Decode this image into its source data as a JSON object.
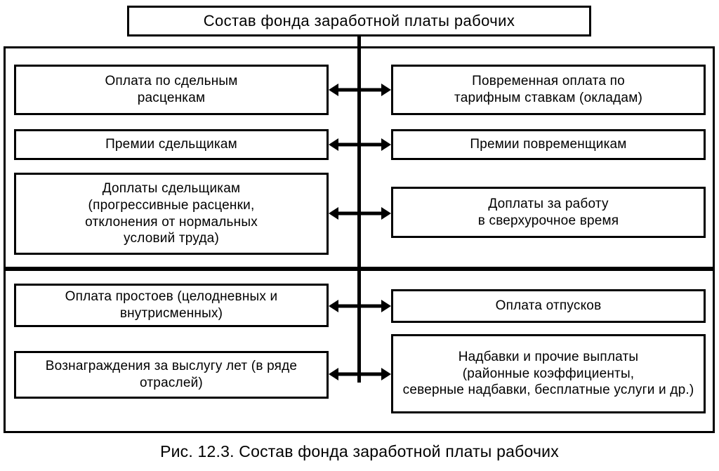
{
  "title": {
    "text": "Состав фонда заработной платы рабочих"
  },
  "caption": {
    "text": "Рис. 12.3. Состав фонда заработной платы рабочих"
  },
  "sections": [
    {
      "id": "variable-pay",
      "left_nodes": [
        {
          "id": "l1",
          "text": "Оплата по сдельным\nрасценкам"
        },
        {
          "id": "l2",
          "text": "Премии сдельщикам"
        },
        {
          "id": "l3",
          "text": "Доплаты сдельщикам\n(прогрессивные расценки,\nотклонения от нормальных\nусловий труда)"
        }
      ],
      "right_nodes": [
        {
          "id": "r1",
          "text": "Повременная оплата по\nтарифным ставкам (окладам)"
        },
        {
          "id": "r2",
          "text": "Премии повременщикам"
        },
        {
          "id": "r3",
          "text": "Доплаты за работу\nв сверхурочное время"
        }
      ]
    },
    {
      "id": "fixed-pay",
      "left_nodes": [
        {
          "id": "l4",
          "text": "Оплата простоев (целодневных и внутрисменных)"
        },
        {
          "id": "l5",
          "text": "Вознаграждения за выслугу лет (в ряде отраслей)"
        }
      ],
      "right_nodes": [
        {
          "id": "r4",
          "text": "Оплата отпусков"
        },
        {
          "id": "r5",
          "text": "Надбавки и прочие выплаты\n(районные коэффициенты,\nсеверные надбавки, бесплатные услуги и др.)"
        }
      ]
    }
  ],
  "node_text": {
    "l1": "Оплата по сдельным\nрасценкам",
    "l2": "Премии сдельщикам",
    "l3": "Доплаты сдельщикам\n(прогрессивные расценки,\nотклонения от нормальных\nусловий труда)",
    "l4": "Оплата простоев (целодневных и внутрисменных)",
    "l5": "Вознаграждения за выслугу лет (в ряде отраслей)",
    "r1": "Повременная оплата по\nтарифным ставкам (окладам)",
    "r2": "Премии повременщикам",
    "r3": "Доплаты за работу\nв сверхурочное время",
    "r4": "Оплата отпусков",
    "r5": "Надбавки и прочие выплаты\n(районные коэффициенты,\nсеверные надбавки, бесплатные услуги и др.)"
  },
  "connectors": [
    {
      "id": "c1",
      "from": "l1",
      "to": "r1",
      "kind": "double-arrow"
    },
    {
      "id": "c2",
      "from": "l2",
      "to": "r2",
      "kind": "double-arrow"
    },
    {
      "id": "c3",
      "from": "l3",
      "to": "r3",
      "kind": "double-arrow"
    },
    {
      "id": "c4",
      "from": "l4",
      "to": "r4",
      "kind": "double-arrow"
    },
    {
      "id": "c5",
      "from": "l5",
      "to": "r5",
      "kind": "double-arrow"
    }
  ],
  "colors": {
    "background": "#ffffff",
    "stroke": "#000000",
    "text": "#000000",
    "node_fill": "#ffffff"
  }
}
